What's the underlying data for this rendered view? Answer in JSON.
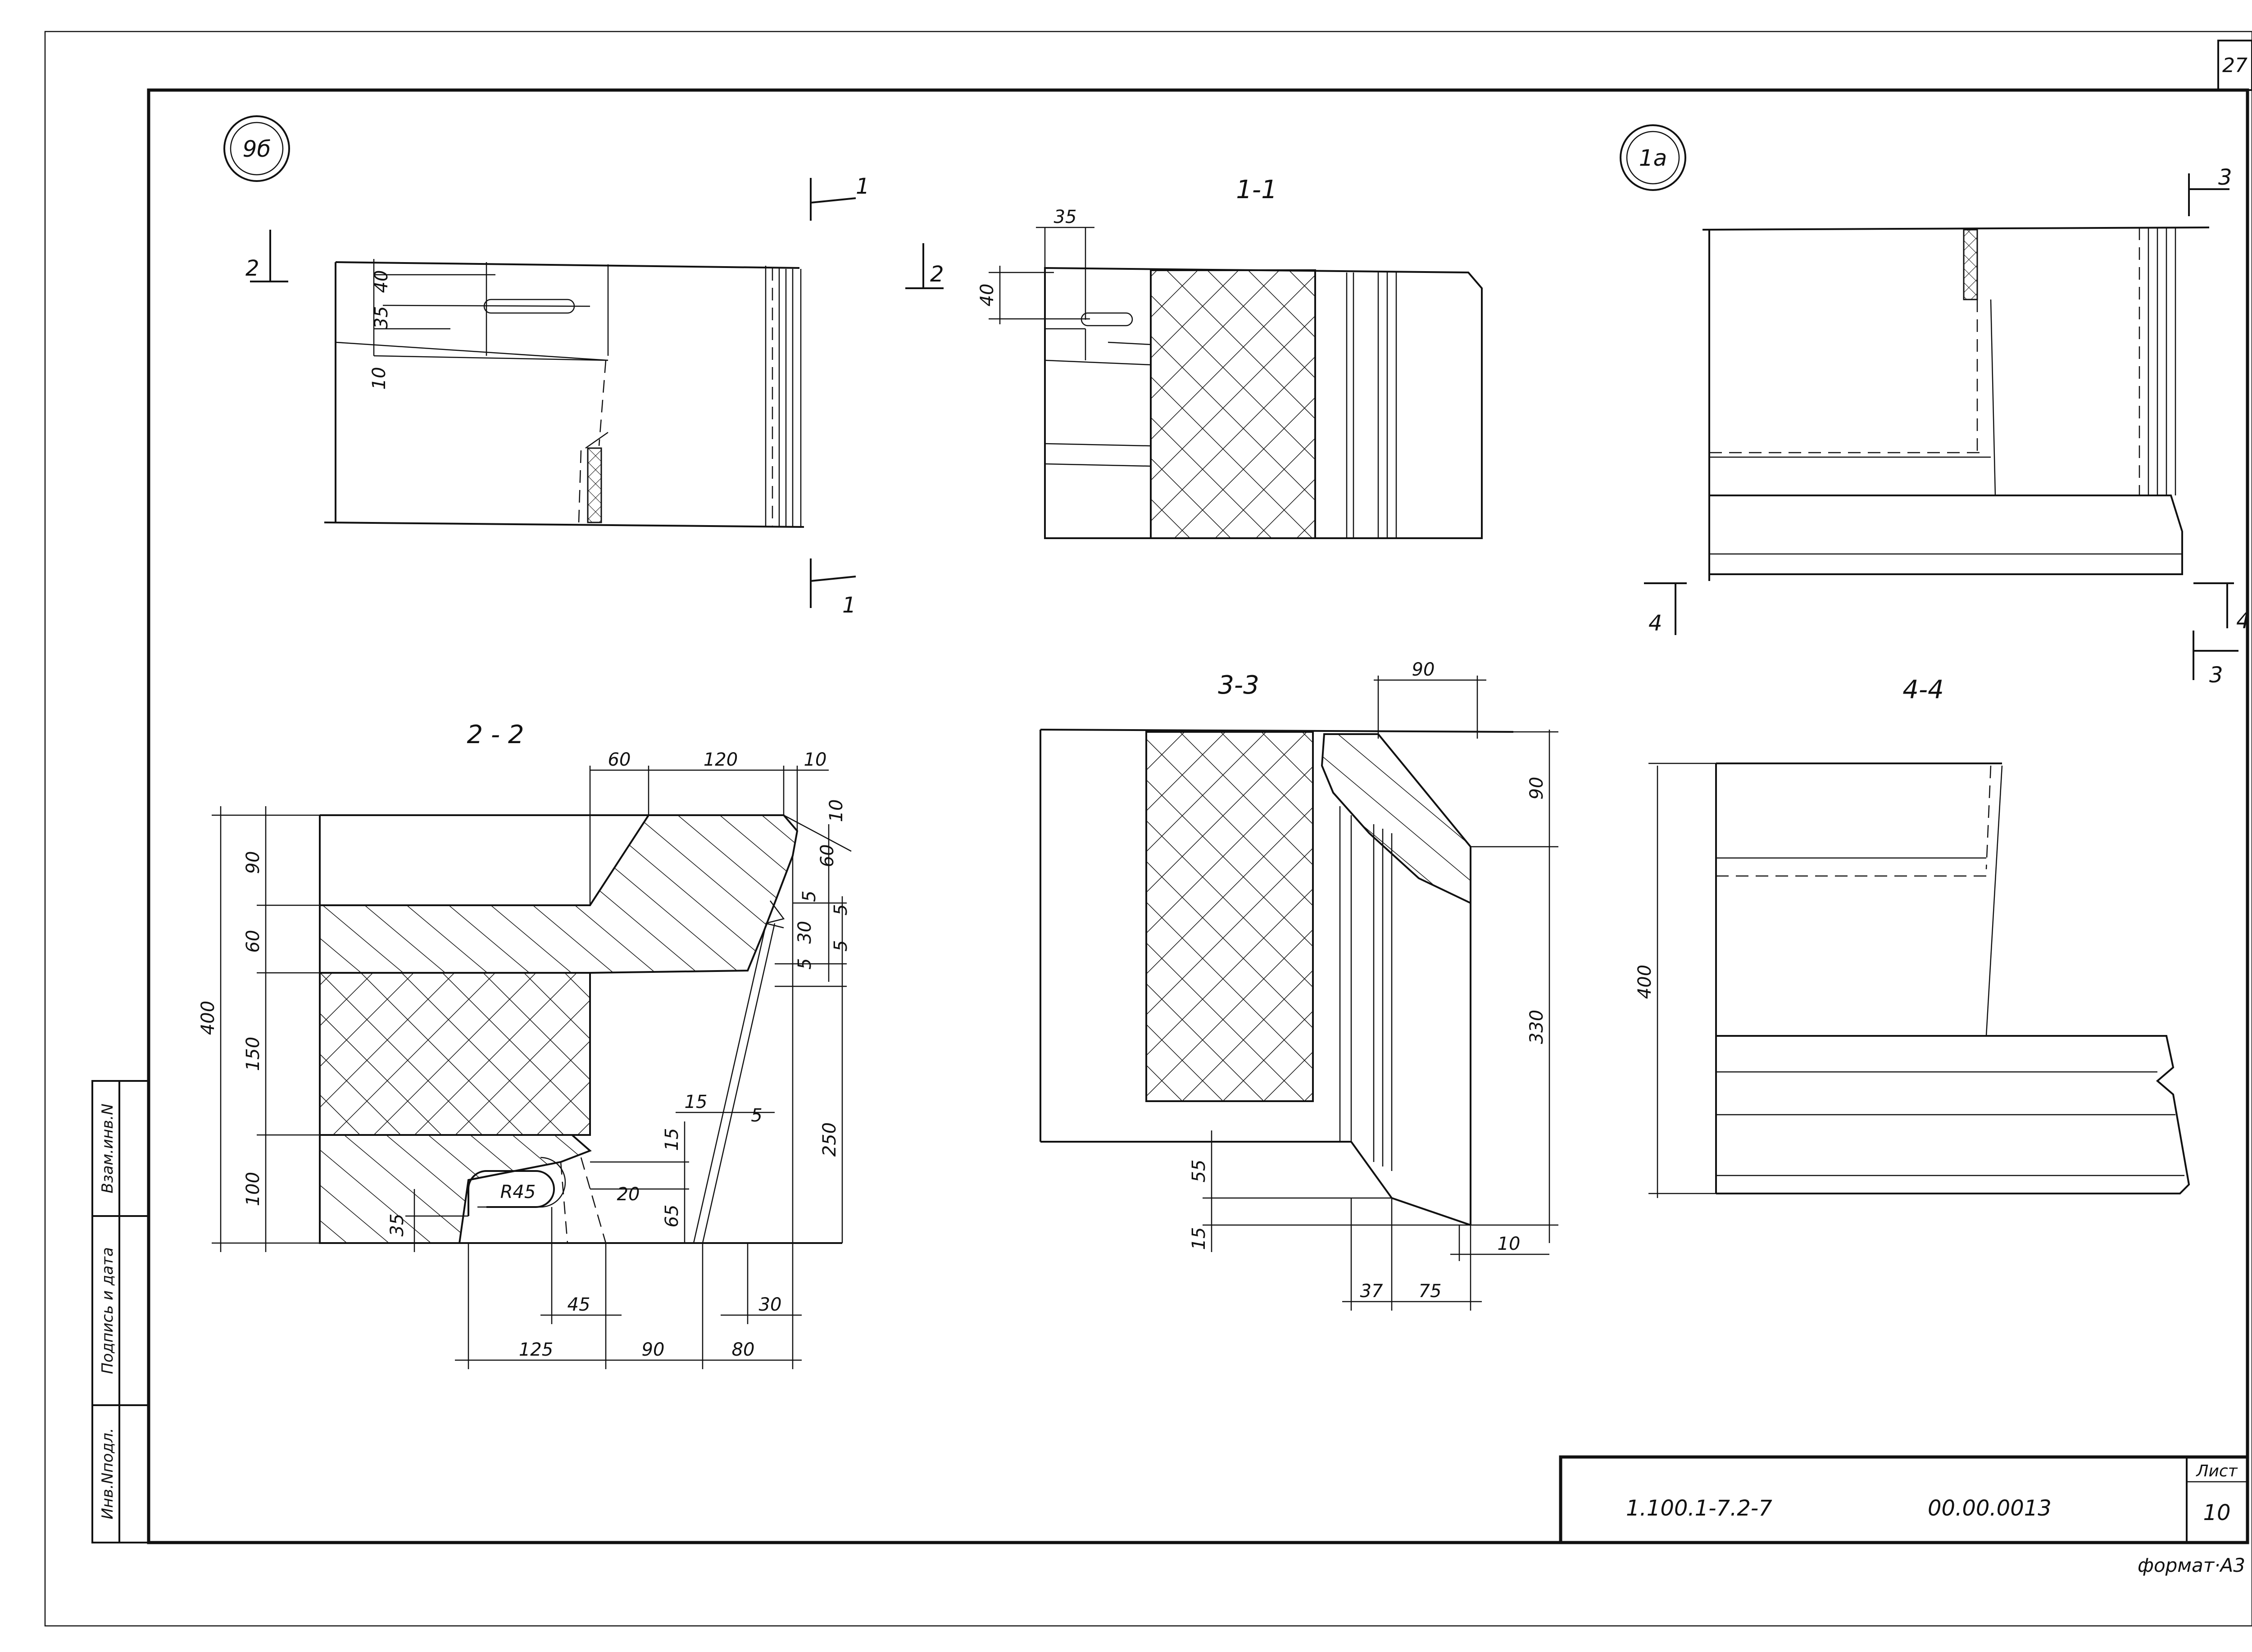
{
  "sheet": {
    "top_number": "27",
    "bottom_note": "формат·А3"
  },
  "sidebar": {
    "cells": [
      "Инв.Nподл.",
      "Подпись и дата",
      "Взам.инв.N"
    ]
  },
  "title_block": {
    "code": "1.100.1-7.2-7",
    "doc_number": "00.00.0013",
    "sheet_label": "Лист",
    "sheet_number": "10"
  },
  "views": {
    "detail_9b": {
      "marker": "9б",
      "cut_1_top": "1",
      "cut_1_bottom": "1",
      "cut_2": "2",
      "dims": [
        "40",
        "35",
        "10"
      ]
    },
    "section_1_1": {
      "title": "1-1",
      "cut_2": "2",
      "dims": [
        "35",
        "40"
      ]
    },
    "detail_1a": {
      "marker": "1а",
      "cut_3_top": "3",
      "cut_3_bottom": "3",
      "cut_4_left": "4",
      "cut_4_right": "4"
    },
    "section_2_2": {
      "title": "2 - 2",
      "top_dims": [
        "60",
        "120",
        "10"
      ],
      "left_dims": [
        "400",
        "90",
        "60",
        "150",
        "100"
      ],
      "right_dims": [
        "10",
        "5",
        "60",
        "5",
        "30",
        "5",
        "5",
        "250"
      ],
      "inner_dims": [
        "15",
        "5",
        "15",
        "R45",
        "20",
        "65",
        "35"
      ],
      "bottom_dims": [
        "45",
        "30",
        "125",
        "90",
        "80"
      ]
    },
    "section_3_3": {
      "title": "3-3",
      "top_dims": [
        "90"
      ],
      "right_dims": [
        "90",
        "330",
        "10"
      ],
      "left_dims": [
        "55",
        "15"
      ],
      "bottom_dims": [
        "37",
        "75"
      ]
    },
    "section_4_4": {
      "title": "4-4",
      "dims": [
        "400"
      ]
    }
  }
}
